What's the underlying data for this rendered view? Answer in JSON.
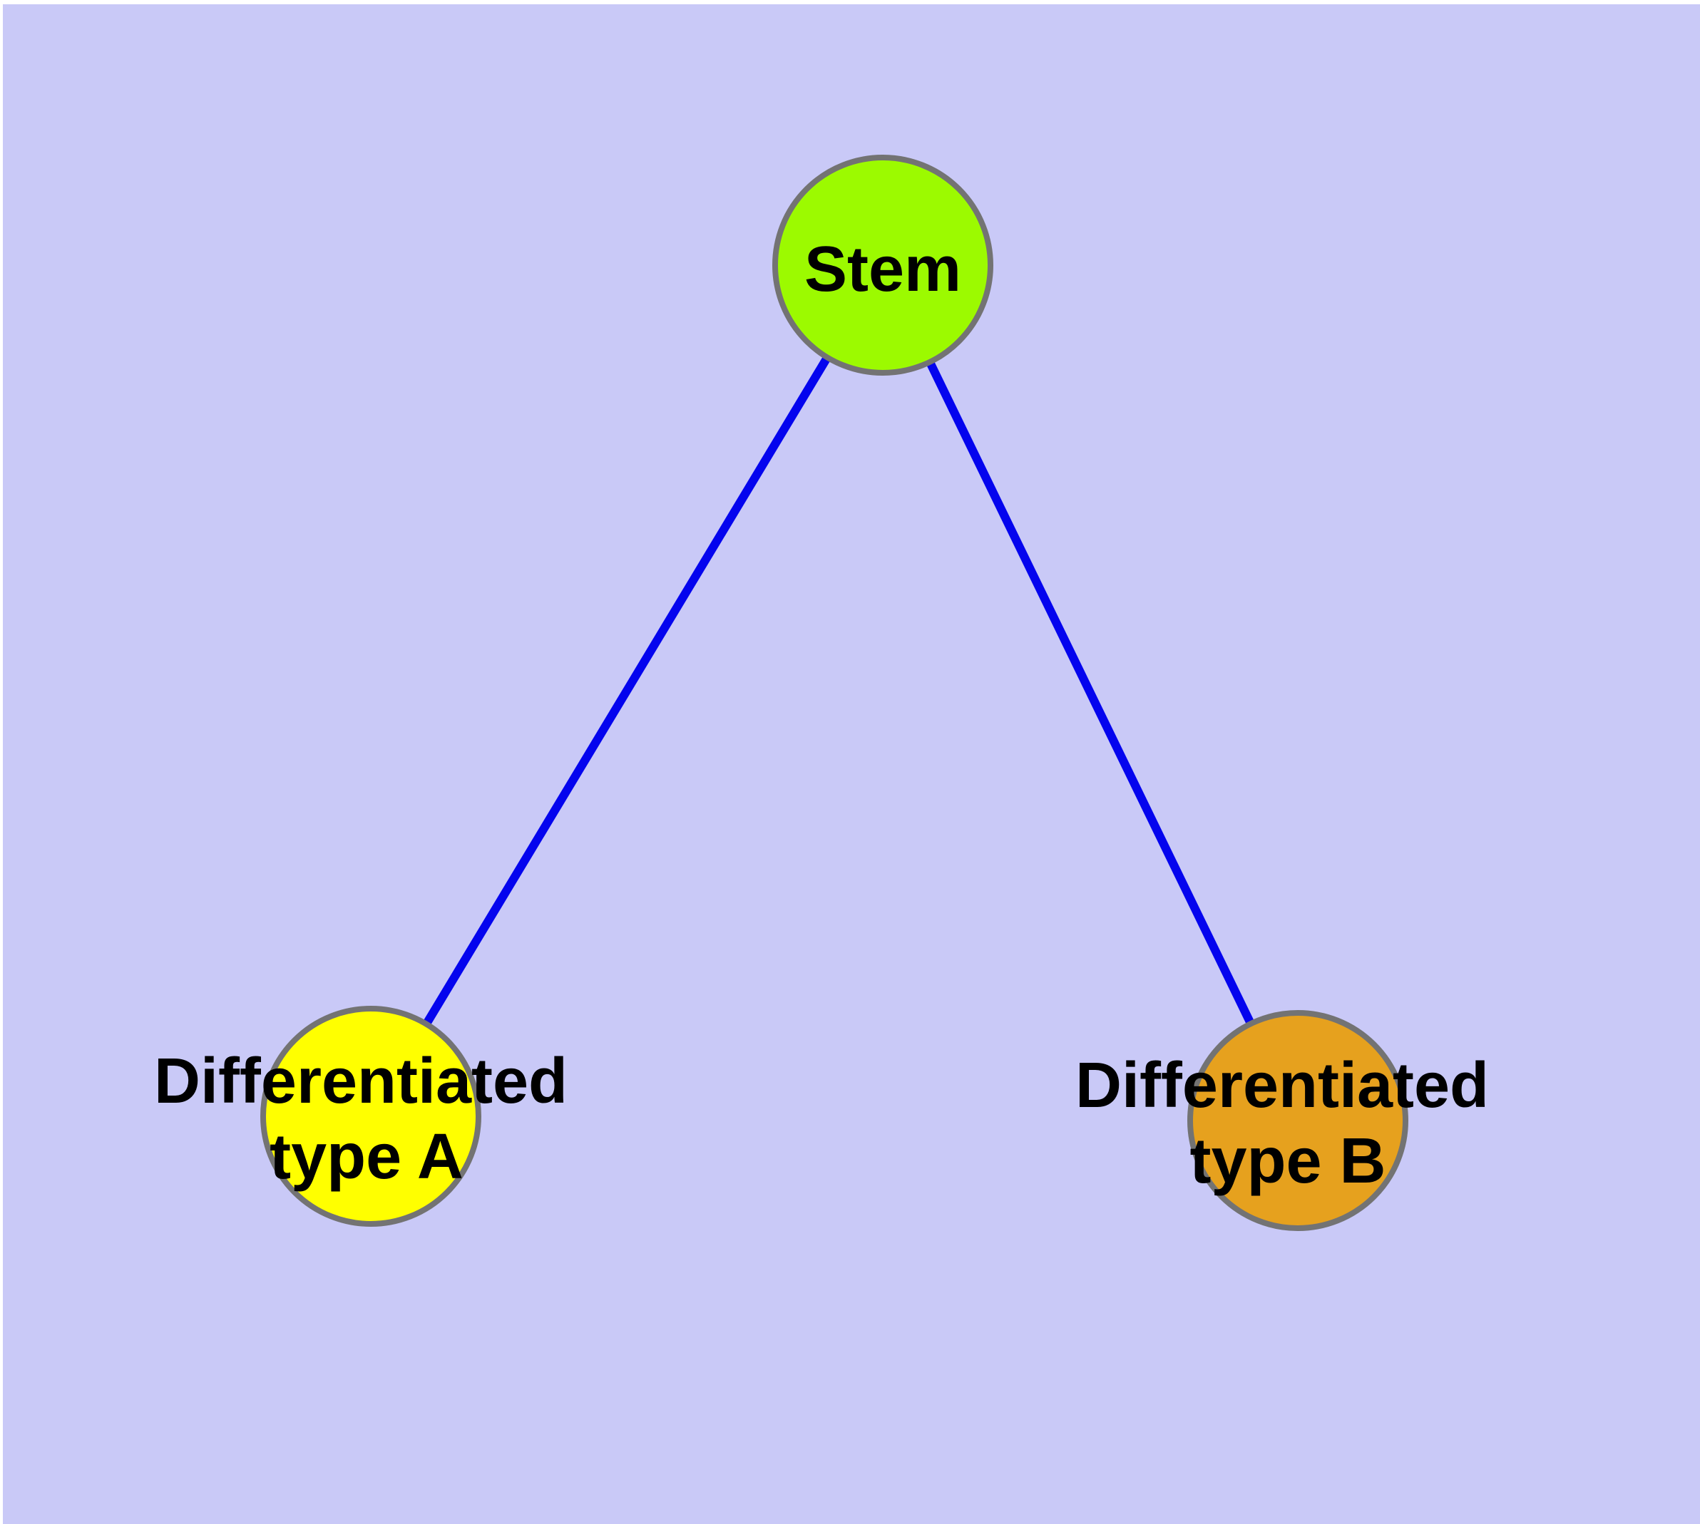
{
  "diagram": {
    "type": "graph",
    "description_colors": {
      "background_color": "#C9C9F7",
      "margin_color": "#FFFFFF",
      "edge_color": "#0404EE",
      "node_border_color": "#737373",
      "label_color": "#000000"
    },
    "nodes": [
      {
        "id": "stem",
        "label": "Stem",
        "fill": "#9CFA00"
      },
      {
        "id": "differentiated-type-a",
        "label_line1": "Differentiated",
        "label_line2": "type A",
        "fill": "#FFFF00"
      },
      {
        "id": "differentiated-type-b",
        "label_line1": "Differentiated",
        "label_line2": "type B",
        "fill": "#E6A11E"
      }
    ],
    "edges": [
      {
        "from": "stem",
        "to": "differentiated-type-a"
      },
      {
        "from": "stem",
        "to": "differentiated-type-b"
      }
    ]
  }
}
